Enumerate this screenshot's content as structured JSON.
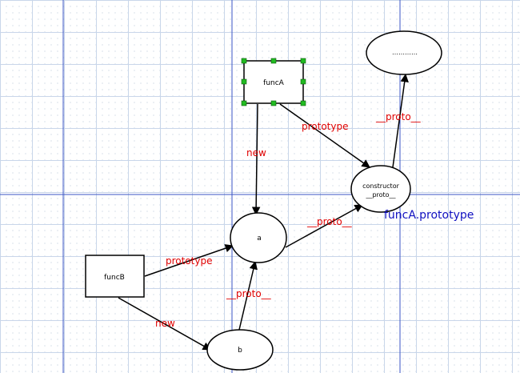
{
  "nodes": {
    "funcA": {
      "label": "funcA"
    },
    "funcB": {
      "label": "funcB"
    },
    "a": {
      "label": "a"
    },
    "b": {
      "label": "b"
    },
    "proto_obj": {
      "line1": "constructor",
      "line2": "__proto__"
    },
    "top_obj": {
      "label": "…………"
    }
  },
  "edges": {
    "funcA_a": "new",
    "funcA_proto": "prototype",
    "funcB_a": "prototype",
    "funcB_b": "new",
    "b_a": "__proto__",
    "a_proto": "__proto__",
    "proto_top": "__proto__"
  },
  "annotation": {
    "text": "funcA.prototype"
  },
  "colors": {
    "edge_label": "#e00000",
    "annotation": "#1010c0",
    "guide_line": "#3b55c4",
    "handle": "#22bb22"
  }
}
